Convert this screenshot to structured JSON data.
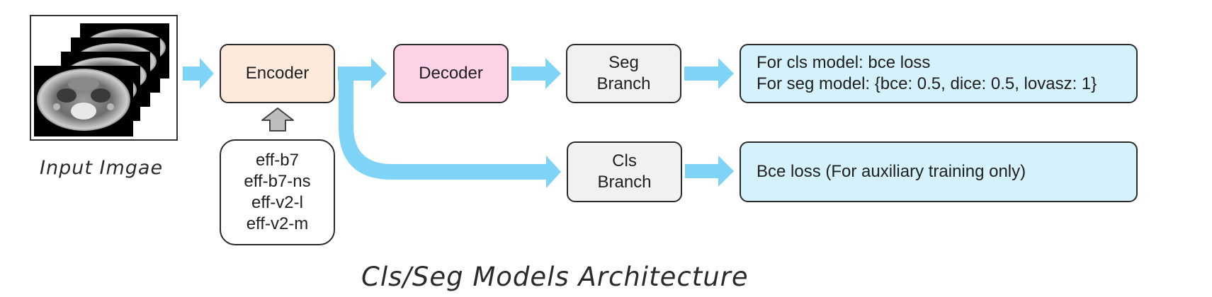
{
  "input": {
    "label": "Input Imgae"
  },
  "encoder": {
    "label": "Encoder"
  },
  "decoder": {
    "label": "Decoder"
  },
  "seg_branch": {
    "line1": "Seg",
    "line2": "Branch"
  },
  "cls_branch": {
    "line1": "Cls",
    "line2": "Branch"
  },
  "seg_loss": {
    "line1": "For cls model: bce loss",
    "line2": "For seg model: {bce: 0.5, dice: 0.5, lovasz: 1}"
  },
  "cls_loss": {
    "label": "Bce loss (For auxiliary training only)"
  },
  "backbones": [
    "eff-b7",
    "eff-b7-ns",
    "eff-v2-l",
    "eff-v2-m"
  ],
  "title": "Cls/Seg Models Architecture",
  "colors": {
    "arrow": "#7fd3f7",
    "encoder_fill": "#fdeadd",
    "decoder_fill": "#fdd1e6",
    "branch_fill": "#f1f1f1",
    "loss_fill": "#d5f1fb",
    "up_arrow": "#bdbdbd"
  }
}
